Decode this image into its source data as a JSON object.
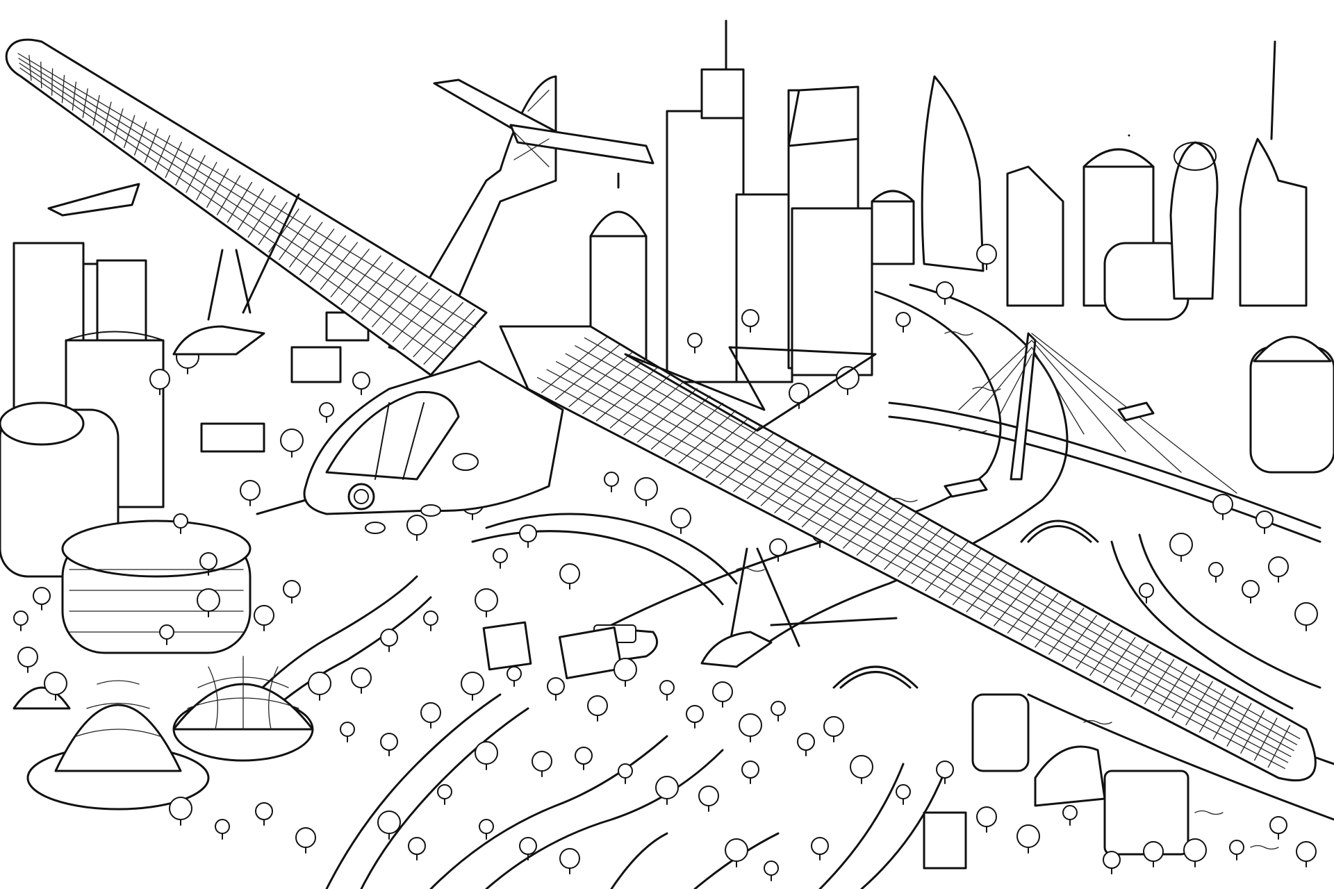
{
  "scene": {
    "stroke_color": "#111111",
    "background_color": "#ffffff"
  },
  "icons": {
    "aircraft": "solar-glider-aircraft",
    "bridge": "cable-stayed-bridge",
    "river": "river",
    "skyline": "city-skyline",
    "trees": "trees",
    "boats": "boat"
  }
}
